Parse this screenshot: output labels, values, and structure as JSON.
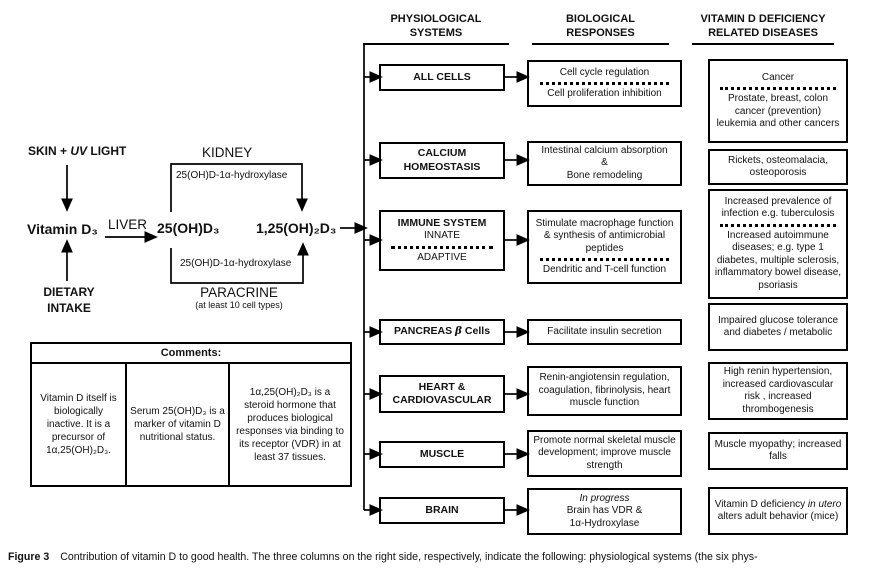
{
  "headers": {
    "phys_1": "PHYSIOLOGICAL",
    "phys_2": "SYSTEMS",
    "bio_1": "BIOLOGICAL",
    "bio_2": "RESPONSES",
    "def_1": "VITAMIN D DEFICIENCY",
    "def_2": "RELATED DISEASES"
  },
  "pathway": {
    "skin_pre": "SKIN + ",
    "skin_uv": "UV",
    "skin_post": " LIGHT",
    "vitamin_d3": "Vitamin D₃",
    "liver": "LIVER",
    "d25": "25(OH)D₃",
    "kidney": "KIDNEY",
    "hydroxylase_top": "25(OH)D-1α-hydroxylase",
    "d125": "1,25(OH)₂D₃",
    "hydroxylase_bottom": "25(OH)D-1α-hydroxylase",
    "paracrine": "PARACRINE",
    "paracrine_note": "(at least 10 cell types)",
    "dietary_1": "DIETARY",
    "dietary_2": "INTAKE"
  },
  "comments": {
    "title": "Comments:",
    "col1": "Vitamin D itself is biologically inactive. It is a precursor of 1α,25(OH)₂D₃.",
    "col2": "Serum 25(OH)D₃ is a marker of vitamin D nutritional status.",
    "col3": "1α,25(OH)₂D₃ is a steroid hormone that produces biological responses via binding to its receptor (VDR) in at least 37 tissues."
  },
  "rows": [
    {
      "system": "ALL CELLS",
      "response_top": "Cell cycle regulation",
      "response_bottom": "Cell proliferation inhibition",
      "disease_top": "Cancer",
      "disease_bottom": "Prostate, breast, colon cancer (prevention) leukemia and other cancers"
    },
    {
      "system": "CALCIUM HOMEOSTASIS",
      "response_l1": "Intestinal calcium absorption",
      "response_l2": "&",
      "response_l3": "Bone remodeling",
      "disease": "Rickets, osteomalacia, osteoporosis"
    },
    {
      "system_title": "IMMUNE SYSTEM",
      "system_innate": "INNATE",
      "system_adaptive": "ADAPTIVE",
      "response_top": "Stimulate macrophage function & synthesis of antimicrobial peptides",
      "response_bottom": "Dendritic and T-cell function",
      "disease_top": "Increased prevalence of infection e.g. tuberculosis",
      "disease_bottom": "Increased autoimmune diseases; e.g. type 1 diabetes, multiple sclerosis, inflammatory bowel disease, psoriasis"
    },
    {
      "system_pre": "PANCREAS ",
      "system_beta": "β",
      "system_post": " Cells",
      "response": "Facilitate insulin secretion",
      "disease": "Impaired glucose tolerance and diabetes / metabolic"
    },
    {
      "system": "HEART & CARDIOVASCULAR",
      "response": "Renin-angiotensin regulation, coagulation, fibrinolysis, heart muscle function",
      "disease": "High renin hypertension, increased cardiovascular risk , increased thrombogenesis"
    },
    {
      "system": "MUSCLE",
      "response": "Promote normal skeletal muscle development; improve muscle strength",
      "disease": "Muscle myopathy; increased falls"
    },
    {
      "system": "BRAIN",
      "response_l1": "In progress",
      "response_l2": "Brain has VDR &",
      "response_l3": "1α-Hydroxylase",
      "disease_pre": "Vitamin D deficiency ",
      "disease_it": "in utero",
      "disease_post": " alters adult behavior (mice)"
    }
  ],
  "caption": {
    "label": "Figure 3",
    "text": "Contribution of vitamin D to good health. The three columns on the right side, respectively, indicate the following: physiological systems (the six phys-"
  }
}
